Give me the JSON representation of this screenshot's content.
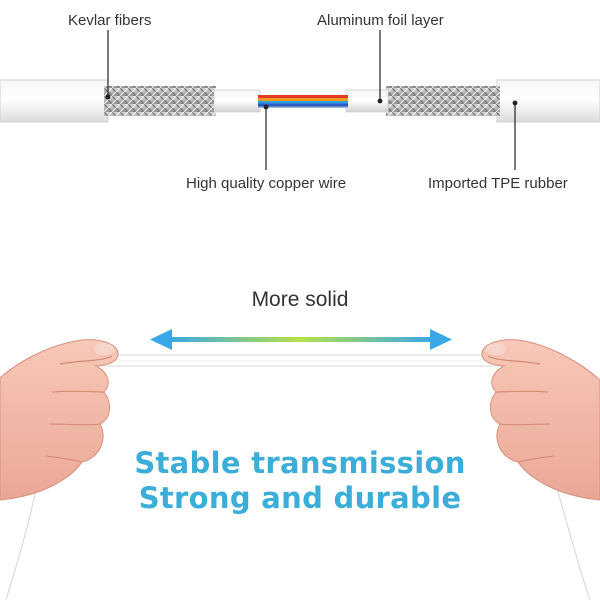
{
  "diagram": {
    "labels": {
      "kevlar": "Kevlar fibers",
      "foil": "Aluminum foil layer",
      "copper": "High quality copper wire",
      "tpe": "Imported TPE rubber"
    },
    "wire_colors": [
      "#e23b24",
      "#f29a1c",
      "#2f9be0",
      "#2b59c3"
    ]
  },
  "demo": {
    "headline": "More solid",
    "slogan_line1": "Stable transmission",
    "slogan_line2": "Strong and durable",
    "arrow_gradient": [
      "#3aa7e8",
      "#b8e04a",
      "#3aa7e8"
    ],
    "slogan_color": "#3aaed8"
  }
}
